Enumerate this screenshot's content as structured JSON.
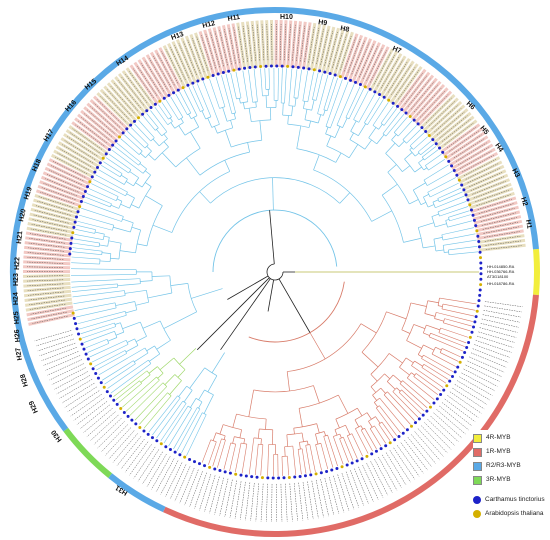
{
  "colors": {
    "r2r3": "#5aa9e6",
    "r1": "#e06b66",
    "r3": "#7ed957",
    "r4": "#f2ee3c",
    "branch_r2r3": "#74c4e8",
    "branch_r1": "#d87c6a",
    "branch_root": "#222222",
    "carthamus": "#1d22c8",
    "arabidopsis": "#d4b000",
    "label_bg_a": "#f2c9c4",
    "label_bg_b": "#e8dfc0"
  },
  "clades": {
    "H1": "H1",
    "H2": "H2",
    "H3": "H3",
    "H4": "H4",
    "H5": "H5",
    "H6": "H6",
    "H7": "H7",
    "H8": "H8",
    "H9": "H9",
    "H10": "H10",
    "H11": "H11",
    "H12": "H12",
    "H13": "H13",
    "H14": "H14",
    "H15": "H15",
    "H16": "H16",
    "H17": "H17",
    "H18": "H18",
    "H19": "H19",
    "H20": "H20",
    "H21": "H21",
    "H22": "H22",
    "H23": "H23",
    "H24": "H24",
    "H25": "H25",
    "H26": "H26",
    "H27": "H27",
    "H28": "H28",
    "H29": "H29",
    "H30": "H30",
    "H31": "H31"
  },
  "leaf_labels": {
    "a": "HH-014850-RA",
    "b": "HH-036766-RA",
    "c": "AT3G18100",
    "d": "HH-018786-RA"
  },
  "legend": {
    "r4": "4R-MYB",
    "r1": "1R-MYB",
    "r2r3": "R2/R3-MYB",
    "r3": "3R-MYB",
    "carthamus": "Carthamus tinctorius",
    "arabidopsis": "Arabidopsis thaliana"
  }
}
